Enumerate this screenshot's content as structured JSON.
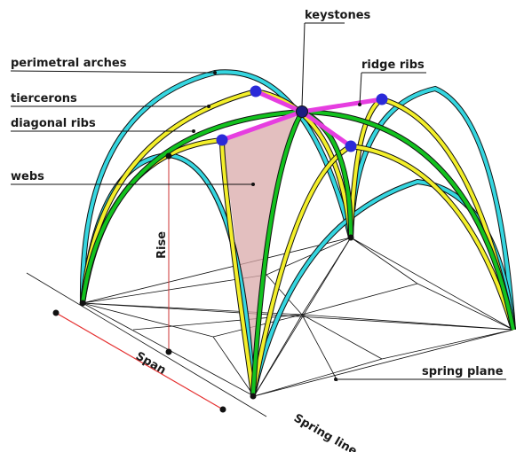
{
  "labels": {
    "keystones": "keystones",
    "perimetral_arches": "perimetral arches",
    "ridge_ribs": "ridge ribs",
    "tiercerons": "tiercerons",
    "diagonal_ribs": "diagonal ribs",
    "webs": "webs",
    "rise": "Rise",
    "span": "Span",
    "spring_plane": "spring plane",
    "spring_line": "Spring line"
  },
  "colors": {
    "perimetral_arch": "#35d6e0",
    "tierceron": "#f3ef2a",
    "diagonal_rib": "#12c21e",
    "ridge_rib": "#e63ee0",
    "keystone": "#2a2ad8",
    "web": "#d9a9a9",
    "span_line": "#e53030"
  }
}
